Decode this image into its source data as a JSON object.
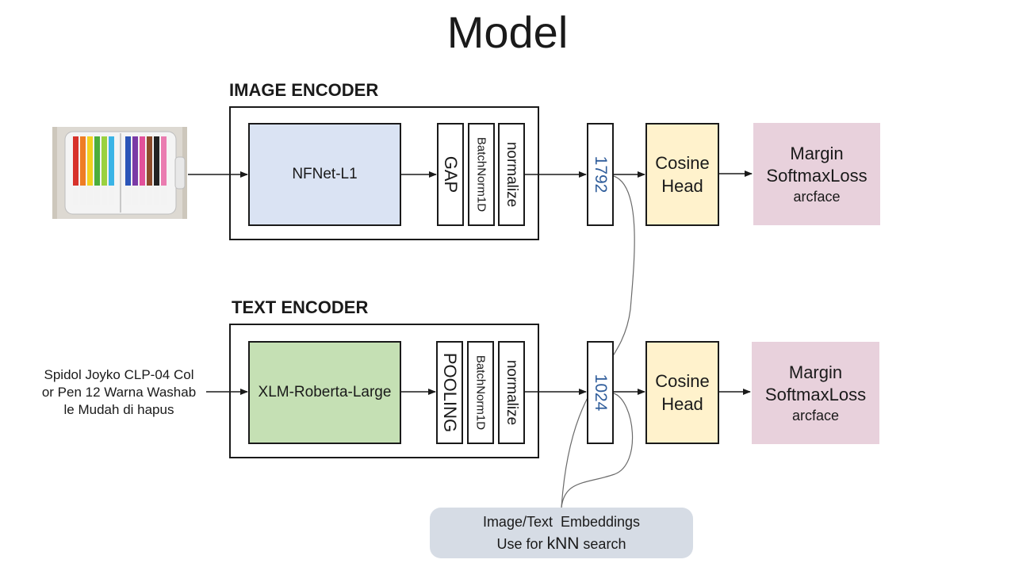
{
  "title": "Model",
  "image_encoder": {
    "label": "IMAGE ENCODER",
    "backbone": "NFNet-L1",
    "layers": [
      "GAP",
      "BatchNorm1D",
      "normalize"
    ],
    "dim": "1792",
    "head": [
      "Cosine",
      "Head"
    ],
    "loss": [
      "Margin",
      "SoftmaxLoss",
      "arcface"
    ]
  },
  "text_encoder": {
    "label": "TEXT ENCODER",
    "input_text": [
      "Spidol Joyko CLP-04 Col",
      "or Pen 12 Warna Washab",
      "le Mudah di hapus"
    ],
    "backbone": "XLM-Roberta-Large",
    "layers": [
      "POOLING",
      "BatchNorm1D",
      "normalize"
    ],
    "dim": "1024",
    "head": [
      "Cosine",
      "Head"
    ],
    "loss": [
      "Margin",
      "SoftmaxLoss",
      "arcface"
    ]
  },
  "embeddings": {
    "line1": "Image/Text  Embeddings",
    "line2_prefix": "Use for ",
    "line2_knn": "kNN",
    "line2_suffix": " search"
  },
  "colors": {
    "image_backbone": "#dae3f3",
    "text_backbone": "#c5e0b4",
    "cosine_head": "#fff2cc",
    "loss": "#e8d1dc",
    "embeddings": "#d6dce5",
    "dim_text": "#2f5d9b"
  },
  "input_image": {
    "depicts": "case of colored markers"
  }
}
